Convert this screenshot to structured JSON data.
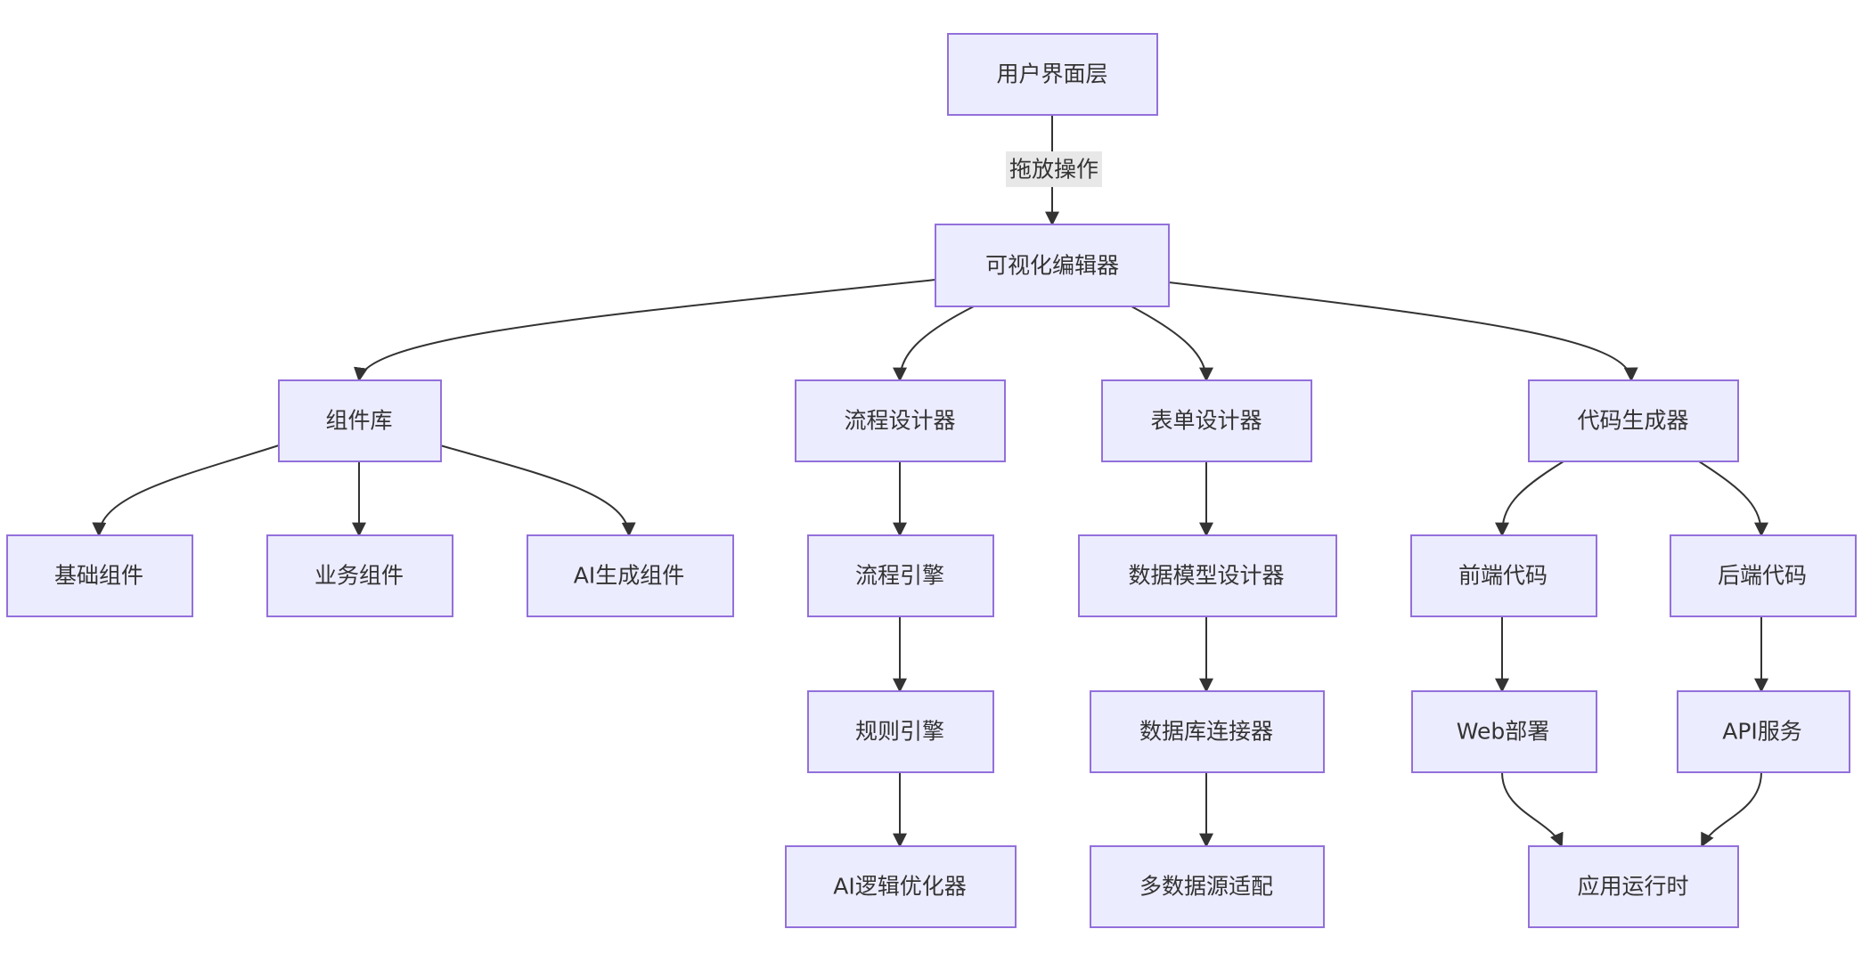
{
  "nodes": {
    "ui_layer": "用户界面层",
    "visual_editor": "可视化编辑器",
    "component_lib": "组件库",
    "process_designer": "流程设计器",
    "form_designer": "表单设计器",
    "code_generator": "代码生成器",
    "basic_components": "基础组件",
    "business_components": "业务组件",
    "ai_components": "AI生成组件",
    "process_engine": "流程引擎",
    "data_model_designer": "数据模型设计器",
    "frontend_code": "前端代码",
    "backend_code": "后端代码",
    "rule_engine": "规则引擎",
    "db_connector": "数据库连接器",
    "web_deploy": "Web部署",
    "api_service": "API服务",
    "ai_logic_optimizer": "AI逻辑优化器",
    "multi_datasource": "多数据源适配",
    "app_runtime": "应用运行时"
  },
  "edges": {
    "drag_drop_label": "拖放操作"
  },
  "colors": {
    "node_fill": "#ECECFF",
    "node_stroke": "#9370DB",
    "edge_stroke": "#333333",
    "label_bg": "#e8e8e8",
    "text": "#333333"
  }
}
